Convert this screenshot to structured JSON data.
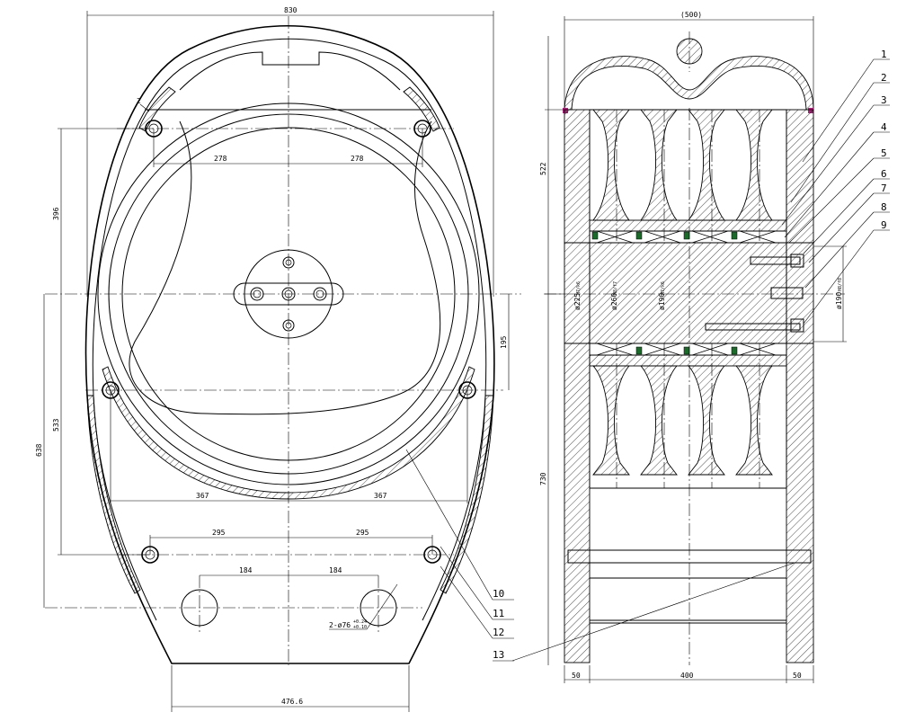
{
  "front_view": {
    "dimensions": {
      "overall_width": "830",
      "top_left_spacing": "278",
      "top_right_spacing": "278",
      "middle_left_spacing": "367",
      "middle_right_spacing": "367",
      "lower_left_spacing": "295",
      "lower_right_spacing": "295",
      "hole_left_spacing": "184",
      "hole_right_spacing": "184",
      "base_width": "476.6",
      "left_upper_height": "396",
      "left_mid_height": "533",
      "left_overall_height": "638",
      "right_offset": "195",
      "edge_note": "2"
    },
    "hole_callout": {
      "prefix": "2-ø76",
      "tol_upper": "+0.24",
      "tol_lower": "+0.10"
    }
  },
  "side_view": {
    "dimensions": {
      "top_width": "(500)",
      "upper_height": "522",
      "lower_height": "730",
      "bottom_left": "50",
      "bottom_mid": "400",
      "bottom_right": "50",
      "shaft_dia_1": "ø225",
      "shaft_dia_1_fit": "H7/k6",
      "shaft_dia_2": "ø260",
      "shaft_dia_2_fit": "H8/f7",
      "shaft_dia_3": "ø190",
      "shaft_dia_3_fit": "H7/k6",
      "shaft_dia_4": "ø190",
      "shaft_dia_4_fit": "H8/f8"
    }
  },
  "callouts": [
    "1",
    "2",
    "3",
    "4",
    "5",
    "6",
    "7",
    "8",
    "9",
    "10",
    "11",
    "12",
    "13"
  ]
}
